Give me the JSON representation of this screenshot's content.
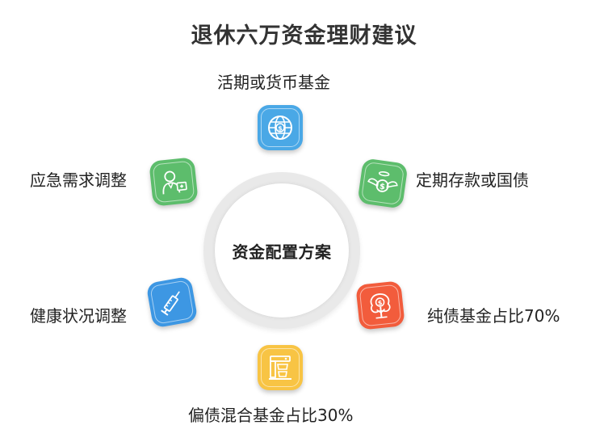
{
  "title": "退休六万资金理财建议",
  "center": {
    "label": "资金配置方案"
  },
  "items": [
    {
      "label": "活期或货币基金",
      "icon": "globe-dollar-icon",
      "color": "#4aa8e6"
    },
    {
      "label": "定期存款或国债",
      "icon": "winged-coin-icon",
      "color": "#5dbd6c"
    },
    {
      "label": "纯债基金占比70%",
      "icon": "money-tree-icon",
      "color": "#f25c3c"
    },
    {
      "label": "偏债混合基金占比30%",
      "icon": "coffee-machine-icon",
      "color": "#f8c444"
    },
    {
      "label": "健康状况调整",
      "icon": "syringe-icon",
      "color": "#3d97e3"
    },
    {
      "label": "应急需求调整",
      "icon": "doctor-icon",
      "color": "#5dbd6c"
    }
  ]
}
